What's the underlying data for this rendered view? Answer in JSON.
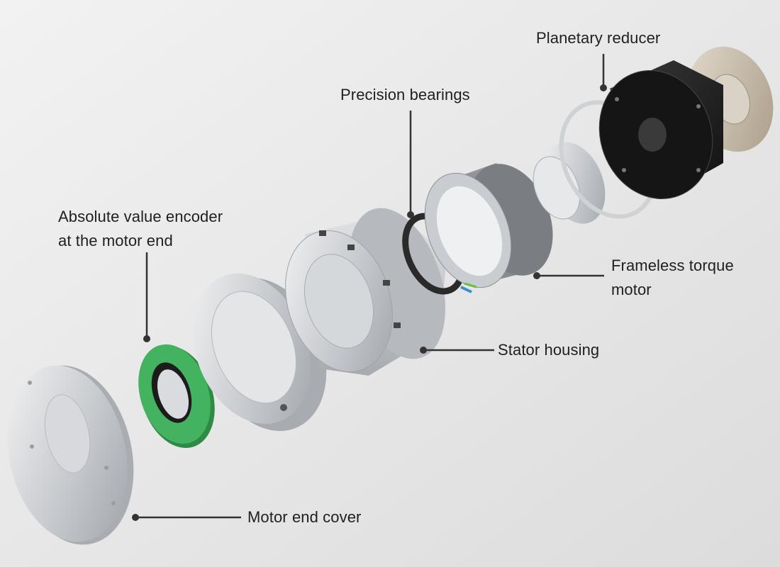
{
  "labels": {
    "planetary_reducer": [
      "Planetary reducer"
    ],
    "precision_bearings": [
      "Precision bearings"
    ],
    "encoder": [
      "Absolute value encoder",
      "at the motor end"
    ],
    "torque_motor": [
      "Frameless torque",
      "motor"
    ],
    "stator_housing": [
      "Stator housing"
    ],
    "end_cover": [
      "Motor end cover"
    ]
  },
  "colors": {
    "leader": "#333333",
    "aluminum": "#c9ccd0",
    "black_metal": "#1c1c1c",
    "pcb_green": "#3fae5a",
    "bronze": "#c8bca9"
  }
}
